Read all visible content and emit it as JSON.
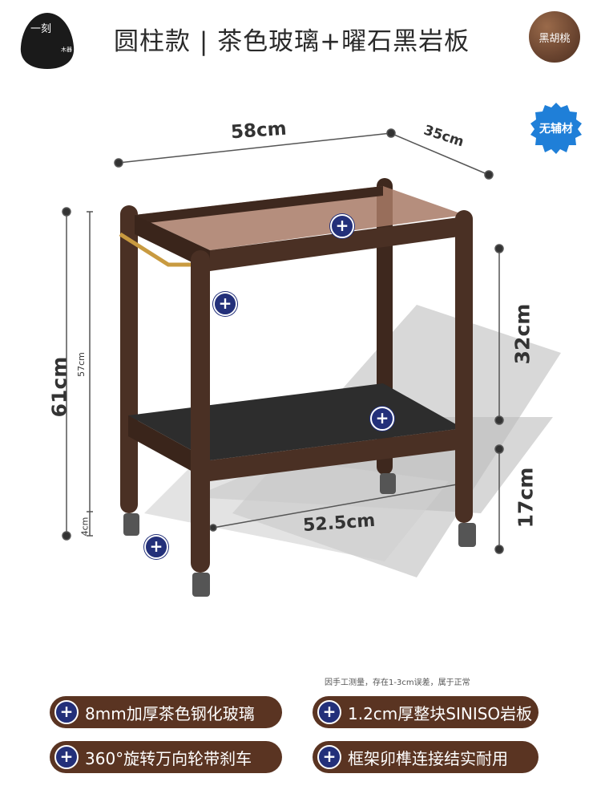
{
  "header": {
    "logo_main": "一刻",
    "logo_sub": "木器",
    "title": "圆柱款 | 茶色玻璃+曜石黑岩板",
    "wood_badge": "黑胡桃",
    "seal_badge": "无辅材"
  },
  "dimensions": {
    "width": "58cm",
    "depth": "35cm",
    "total_height": "61cm",
    "frame_height": "57cm",
    "wheel_height": "4cm",
    "shelf_gap": "32cm",
    "bottom_shelf_height": "17cm",
    "inner_width": "52.5cm"
  },
  "note": "因手工测量，存在1-3cm误差，属于正常",
  "features": [
    {
      "label": "8mm加厚茶色钢化玻璃"
    },
    {
      "label": "1.2cm厚整块SINISO岩板"
    },
    {
      "label": "360°旋转万向轮带刹车"
    },
    {
      "label": "框架卯榫连接结实耐用"
    }
  ],
  "hotspot_symbol": "+",
  "colors": {
    "wood": "#4a3024",
    "badge_blue": "#23307a",
    "seal_blue": "#1f7fd8",
    "feature_bg": "#5a3422"
  }
}
